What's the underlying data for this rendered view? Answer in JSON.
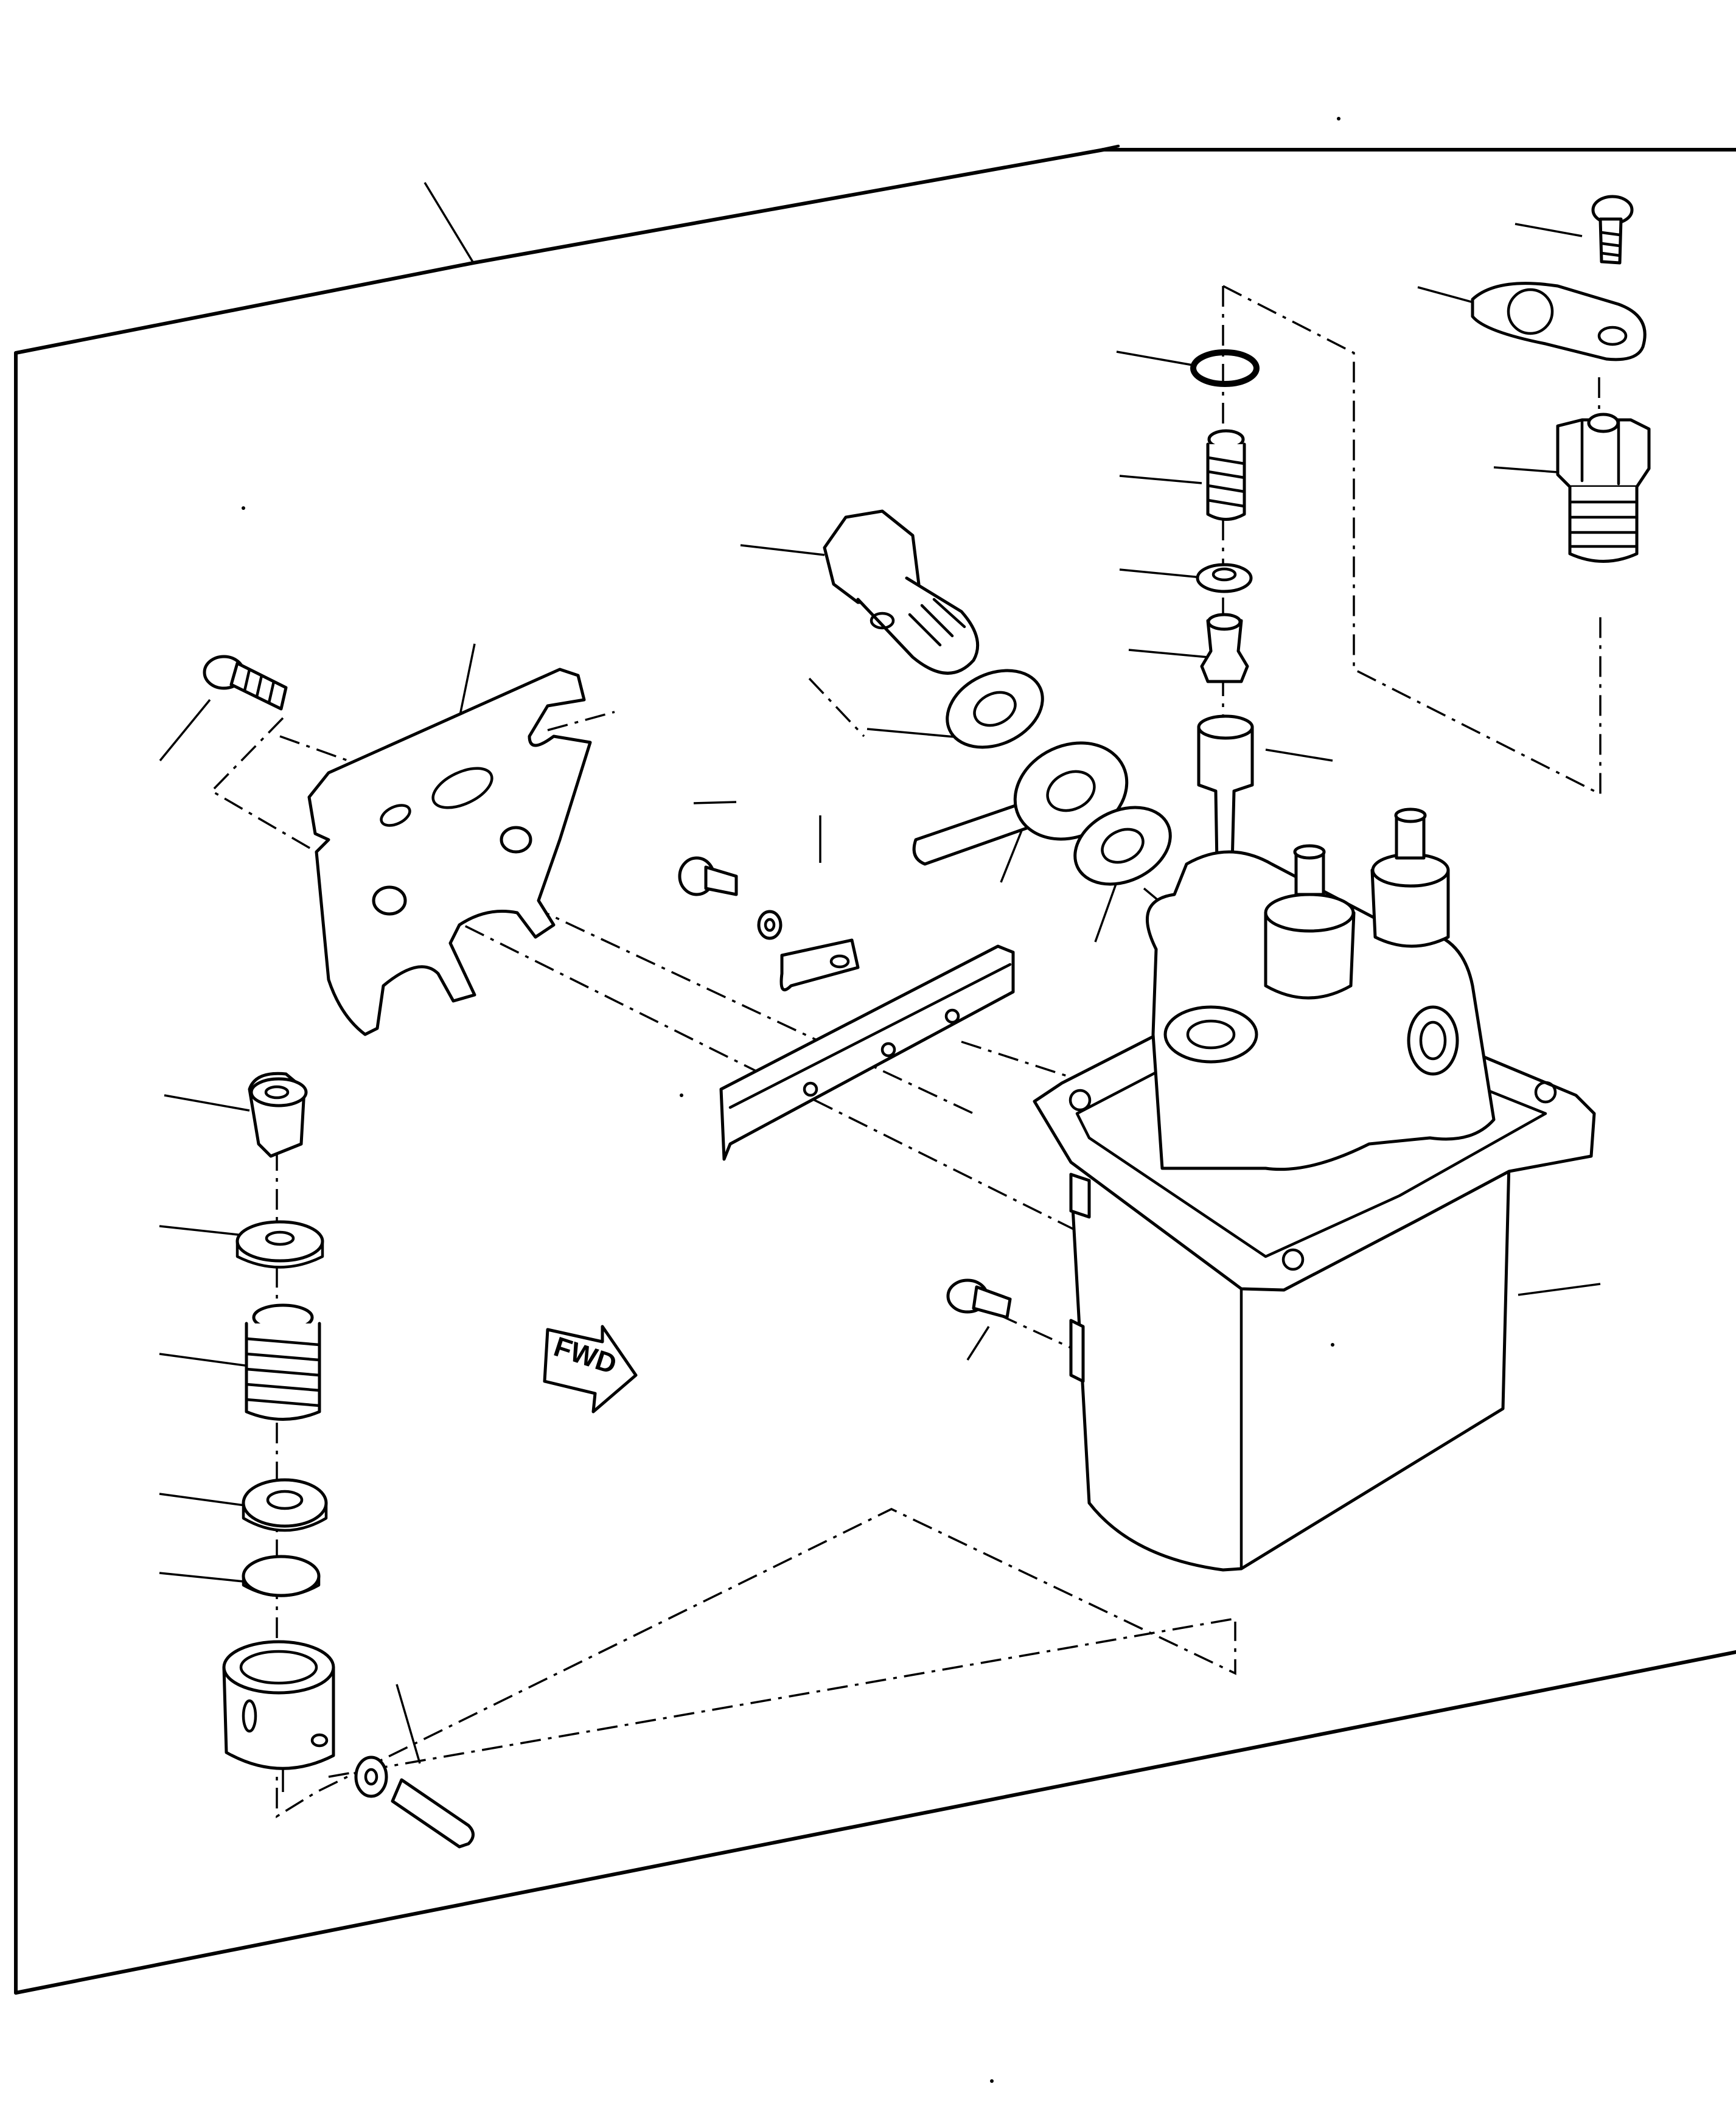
{
  "diagram": {
    "direction_marker": {
      "label": "FWD",
      "icon": "forward-arrow-icon"
    },
    "parts": [
      "panel-frame",
      "bolt-top-right",
      "lock-tab-washer",
      "adapter-fitting",
      "o-ring",
      "valve-spring",
      "spring-retainer",
      "valve-poppet",
      "plunger",
      "banjo-bolt",
      "seal-washer-upper",
      "banjo-fitting",
      "seal-washer-lower",
      "mounting-bracket",
      "bracket-screw",
      "angle-bracket",
      "clip-screw",
      "clip-washer",
      "clip",
      "solenoid-valve-body",
      "mounting-screw",
      "cap",
      "washer",
      "compression-spring",
      "spring-seat",
      "disc",
      "housing",
      "pin",
      "pin-washer"
    ]
  }
}
